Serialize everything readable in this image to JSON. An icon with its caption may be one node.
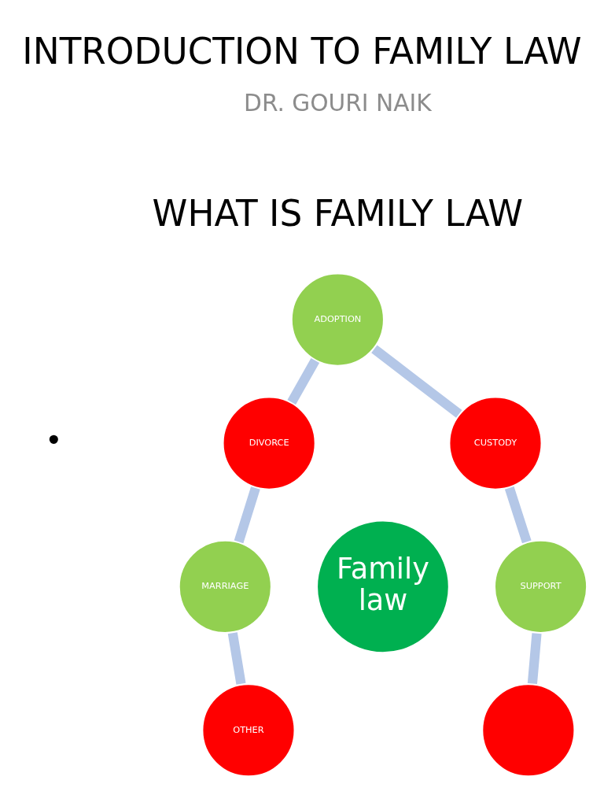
{
  "diagram": {
    "title": "INTRODUCTION TO FAMILY LAW",
    "nodes": [
      {
        "text": [
          "ADOPTION"
        ]
      },
      {
        "text": [
          "DIVORCE"
        ]
      },
      {
        "text": [
          "CUSTODY"
        ]
      },
      {
        "text": [
          "MARRIAGE"
        ]
      },
      {
        "text": [
          "Family law"
        ]
      },
      {
        "text": [
          "SUPPORT"
        ]
      },
      {
        "text": [
          "OTHER"
        ]
      },
      {
        "text": [],
        "shape": "circle"
      }
    ],
    "edges": [
      {
        "from": 0,
        "to": 1,
        "arrow": "none"
      },
      {
        "from": 0,
        "to": 2,
        "arrow": "none"
      },
      {
        "from": 1,
        "to": 3,
        "arrow": "none"
      },
      {
        "from": 2,
        "to": 5,
        "arrow": "none"
      },
      {
        "from": 3,
        "to": 6,
        "arrow": "none"
      },
      {
        "from": 5,
        "to": 7,
        "arrow": "none"
      }
    ],
    "labels": [
      "DR. GOURI NAIK",
      "WHAT IS FAMILY LAW",
      "•"
    ]
  }
}
